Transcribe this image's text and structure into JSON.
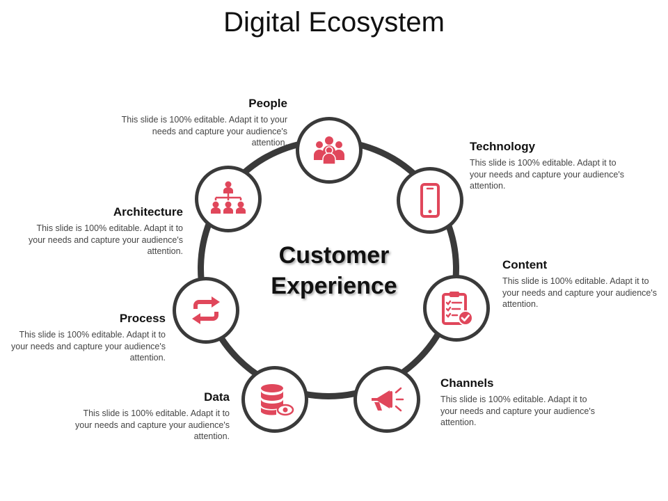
{
  "title": "Digital Ecosystem",
  "center": {
    "line1": "Customer",
    "line2": "Experience"
  },
  "accent_color": "#e0475b",
  "ring_color": "#3a3a3a",
  "segments": [
    {
      "name": "People",
      "icon": "people-group-icon",
      "description": "This slide is 100% editable. Adapt it to your needs and capture your audience's attention."
    },
    {
      "name": "Technology",
      "icon": "mobile-phone-icon",
      "description": "This slide is 100% editable. Adapt it to your needs and capture your audience's attention."
    },
    {
      "name": "Content",
      "icon": "clipboard-check-icon",
      "description": "This slide is 100% editable. Adapt it to your needs and capture your audience's attention."
    },
    {
      "name": "Channels",
      "icon": "megaphone-icon",
      "description": "This slide is 100% editable. Adapt it to your needs and capture your audience's attention."
    },
    {
      "name": "Data",
      "icon": "database-eye-icon",
      "description": "This slide is 100% editable. Adapt it to your needs and capture your audience's attention."
    },
    {
      "name": "Process",
      "icon": "refresh-cycle-icon",
      "description": "This slide is 100% editable. Adapt it to your needs and capture your audience's attention."
    },
    {
      "name": "Architecture",
      "icon": "org-chart-icon",
      "description": "This slide is 100% editable. Adapt it to your needs and capture your audience's attention."
    }
  ]
}
